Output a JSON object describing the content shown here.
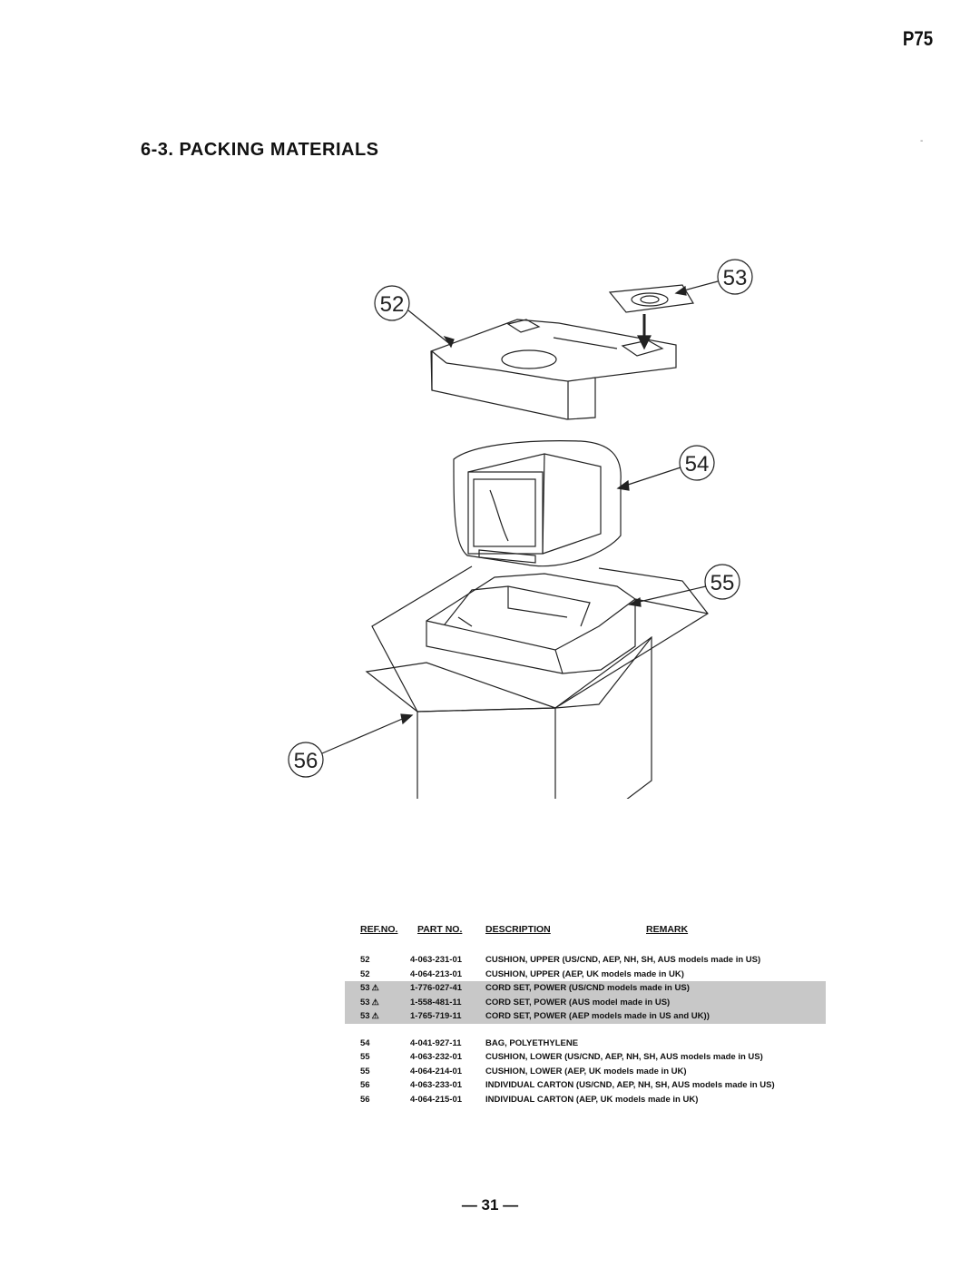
{
  "header": {
    "model": "P75",
    "title": "6-3.  PACKING MATERIALS",
    "mark": "-"
  },
  "callouts": {
    "c52": "52",
    "c53": "53",
    "c54": "54",
    "c55": "55",
    "c56": "56"
  },
  "table": {
    "headers": {
      "ref": "REF.NO.",
      "part": "PART NO.",
      "desc": "DESCRIPTION",
      "remark": "REMARK"
    },
    "warning_symbol": "⚠",
    "group1": [
      {
        "ref": "52",
        "part": "4-063-231-01",
        "desc": "CUSHION, UPPER (US/CND, AEP, NH, SH, AUS models made in US)"
      },
      {
        "ref": "52",
        "part": "4-064-213-01",
        "desc": "CUSHION, UPPER (AEP, UK models made in UK)"
      },
      {
        "ref": "53",
        "part": "1-776-027-41",
        "desc": "CORD SET, POWER (US/CND  models made in US)"
      },
      {
        "ref": "53",
        "part": "1-558-481-11",
        "desc": "CORD SET, POWER (AUS model made in US)"
      },
      {
        "ref": "53",
        "part": "1-765-719-11",
        "desc": "CORD SET, POWER (AEP models made in US and UK))"
      }
    ],
    "group2": [
      {
        "ref": "54",
        "part": "4-041-927-11",
        "desc": "BAG, POLYETHYLENE"
      },
      {
        "ref": "55",
        "part": "4-063-232-01",
        "desc": "CUSHION, LOWER (US/CND, AEP, NH, SH, AUS models made in US)"
      },
      {
        "ref": "55",
        "part": "4-064-214-01",
        "desc": "CUSHION, LOWER (AEP, UK models made in UK)"
      },
      {
        "ref": "56",
        "part": "4-063-233-01",
        "desc": "INDIVIDUAL CARTON (US/CND, AEP, NH, SH, AUS models made in US)"
      },
      {
        "ref": "56",
        "part": "4-064-215-01",
        "desc": "INDIVIDUAL CARTON (AEP, UK models made in UK)"
      }
    ]
  },
  "footer": {
    "page": "— 31 —"
  }
}
